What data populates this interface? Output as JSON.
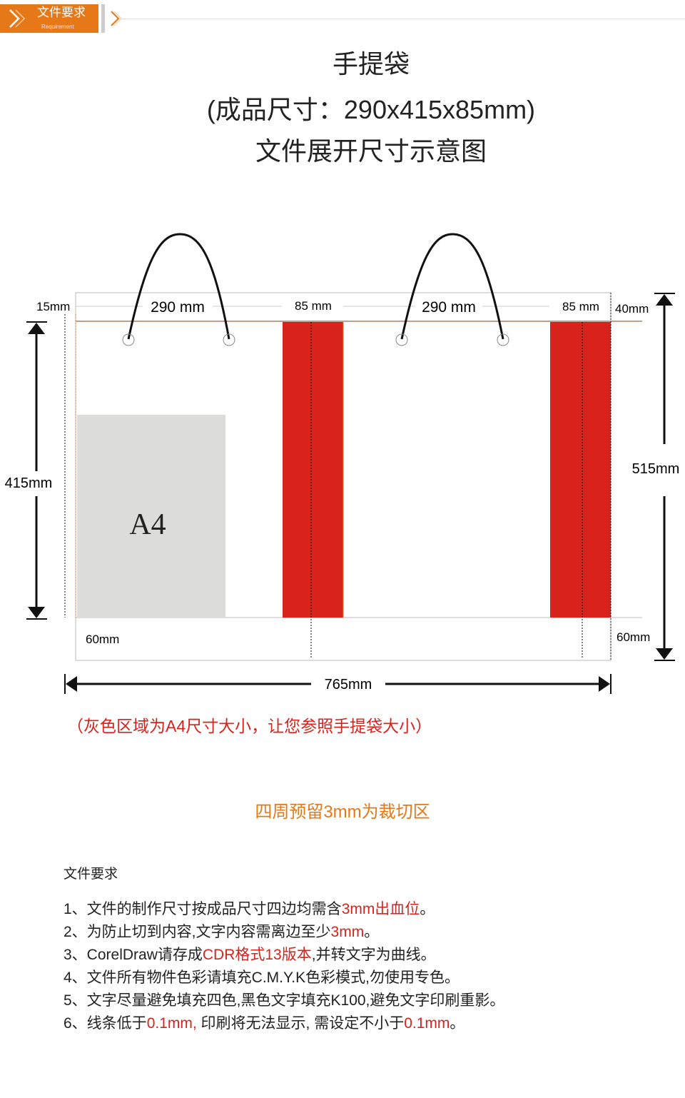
{
  "header": {
    "title": "文件要求",
    "subtitle": "Requirement"
  },
  "titles": [
    "手提袋",
    "(成品尺寸：290x415x85mm)",
    "文件展开尺寸示意图"
  ],
  "diagram": {
    "labels": {
      "left_margin": "15mm",
      "front": "290 mm",
      "side1": "85 mm",
      "back": "290 mm",
      "side2": "85 mm",
      "top_flap": "40mm",
      "height": "415mm",
      "total_height": "515mm",
      "bottom_left": "60mm",
      "bottom_right": "60mm",
      "total_width": "765mm",
      "a4": "A4"
    },
    "colors": {
      "side_panel": "#d8231c",
      "a4_area": "#dcdcdb",
      "accent": "#e67817"
    }
  },
  "note": "（灰色区域为A4尺寸大小，让您参照手提袋大小）",
  "bleed": "四周预留3mm为裁切区",
  "requirements": {
    "heading": "文件要求",
    "items": [
      [
        {
          "t": "1、文件的制作尺寸按成品尺寸四边均需含"
        },
        {
          "t": "3mm出血位",
          "red": true
        },
        {
          "t": "。"
        }
      ],
      [
        {
          "t": "2、为防止切到内容,文字内容需离边至少"
        },
        {
          "t": "3mm",
          "red": true
        },
        {
          "t": "。"
        }
      ],
      [
        {
          "t": "3、CorelDraw请存成"
        },
        {
          "t": "CDR格式13版本",
          "red": true
        },
        {
          "t": ",并转文字为曲线。"
        }
      ],
      [
        {
          "t": "4、文件所有物件色彩请填充C.M.Y.K色彩模式,勿使用专色。"
        }
      ],
      [
        {
          "t": "5、文字尽量避免填充四色,黑色文字填充K100,避免文字印刷重影。"
        }
      ],
      [
        {
          "t": "6、线条低于"
        },
        {
          "t": "0.1mm,",
          "red": true
        },
        {
          "t": " 印刷将无法显示, 需设定不小于"
        },
        {
          "t": "0.1mm",
          "red": true
        },
        {
          "t": "。"
        }
      ]
    ]
  }
}
